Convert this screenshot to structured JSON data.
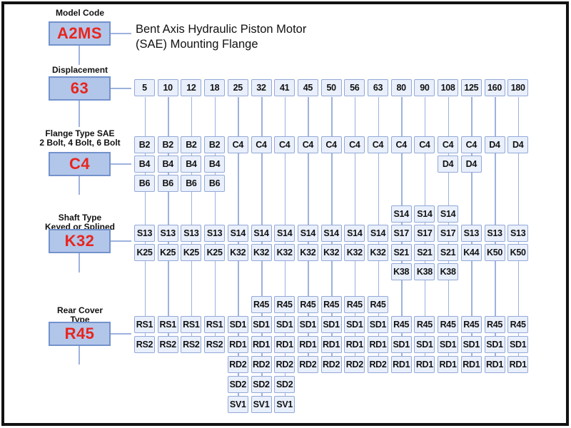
{
  "title": {
    "line1": "Bent Axis Hydraulic Piston Motor",
    "line2": "(SAE) Mounting Flange"
  },
  "colors": {
    "accent_red": "#e8251d",
    "node_fill": "#b2c6ea",
    "node_border": "#7392cd",
    "cell_fill": "#e9effb",
    "cell_border": "#93a9d8",
    "connector_line": "#9db2dd",
    "frame": "#121212"
  },
  "left_panel": {
    "model_code": {
      "label_lines": [
        "Model Code"
      ],
      "value": "A2MS"
    },
    "displacement": {
      "label_lines": [
        "Displacement"
      ],
      "value": "63"
    },
    "flange": {
      "label_lines": [
        "Flange Type SAE",
        "2 Bolt, 4 Bolt, 6 Bolt"
      ],
      "value": "C4"
    },
    "shaft": {
      "label_lines": [
        "Shaft Type",
        "Keyed or Splined"
      ],
      "value": "K32"
    },
    "rear_cover": {
      "label_lines": [
        "Rear Cover",
        "Type"
      ],
      "value": "R45"
    }
  },
  "grid": {
    "columns": [
      "5",
      "10",
      "12",
      "18",
      "25",
      "32",
      "41",
      "45",
      "50",
      "56",
      "63",
      "80",
      "90",
      "108",
      "125",
      "160",
      "180"
    ],
    "groups": [
      {
        "name": "flange",
        "rows": [
          [
            "B2",
            "B2",
            "B2",
            "B2",
            "C4",
            "C4",
            "C4",
            "C4",
            "C4",
            "C4",
            "C4",
            "C4",
            "C4",
            "C4",
            "C4",
            "D4",
            "D4"
          ],
          [
            "B4",
            "B4",
            "B4",
            "B4",
            null,
            null,
            null,
            null,
            null,
            null,
            null,
            null,
            null,
            "D4",
            "D4",
            null,
            null
          ],
          [
            "B6",
            "B6",
            "B6",
            "B6",
            null,
            null,
            null,
            null,
            null,
            null,
            null,
            null,
            null,
            null,
            null,
            null,
            null
          ]
        ]
      },
      {
        "name": "shaft",
        "rows": [
          [
            null,
            null,
            null,
            null,
            null,
            null,
            null,
            null,
            null,
            null,
            null,
            "S14",
            "S14",
            "S14",
            null,
            null,
            null
          ],
          [
            "S13",
            "S13",
            "S13",
            "S13",
            "S14",
            "S14",
            "S14",
            "S14",
            "S14",
            "S14",
            "S14",
            "S17",
            "S17",
            "S17",
            "S13",
            "S13",
            "S13"
          ],
          [
            "K25",
            "K25",
            "K25",
            "K25",
            "K32",
            "K32",
            "K32",
            "K32",
            "K32",
            "K32",
            "K32",
            "S21",
            "S21",
            "S21",
            "K44",
            "K50",
            "K50"
          ],
          [
            null,
            null,
            null,
            null,
            null,
            null,
            null,
            null,
            null,
            null,
            null,
            "K38",
            "K38",
            "K38",
            null,
            null,
            null
          ]
        ]
      },
      {
        "name": "rear_cover",
        "rows": [
          [
            null,
            null,
            null,
            null,
            null,
            "R45",
            "R45",
            "R45",
            "R45",
            "R45",
            "R45",
            null,
            null,
            null,
            null,
            null,
            null
          ],
          [
            "RS1",
            "RS1",
            "RS1",
            "RS1",
            "SD1",
            "SD1",
            "SD1",
            "SD1",
            "SD1",
            "SD1",
            "SD1",
            "R45",
            "R45",
            "R45",
            "R45",
            "R45",
            "R45"
          ],
          [
            "RS2",
            "RS2",
            "RS2",
            "RS2",
            "RD1",
            "RD1",
            "RD1",
            "RD1",
            "RD1",
            "RD1",
            "RD1",
            "SD1",
            "SD1",
            "SD1",
            "SD1",
            "SD1",
            "SD1"
          ],
          [
            null,
            null,
            null,
            null,
            "RD2",
            "RD2",
            "RD2",
            "RD2",
            "RD2",
            "RD2",
            "RD2",
            "RD1",
            "RD1",
            "RD1",
            "RD1",
            "RD1",
            "RD1"
          ],
          [
            null,
            null,
            null,
            null,
            "SD2",
            "SD2",
            "SD2",
            null,
            null,
            null,
            null,
            null,
            null,
            null,
            null,
            null,
            null
          ],
          [
            null,
            null,
            null,
            null,
            "SV1",
            "SV1",
            "SV1",
            null,
            null,
            null,
            null,
            null,
            null,
            null,
            null,
            null,
            null
          ]
        ]
      }
    ]
  }
}
